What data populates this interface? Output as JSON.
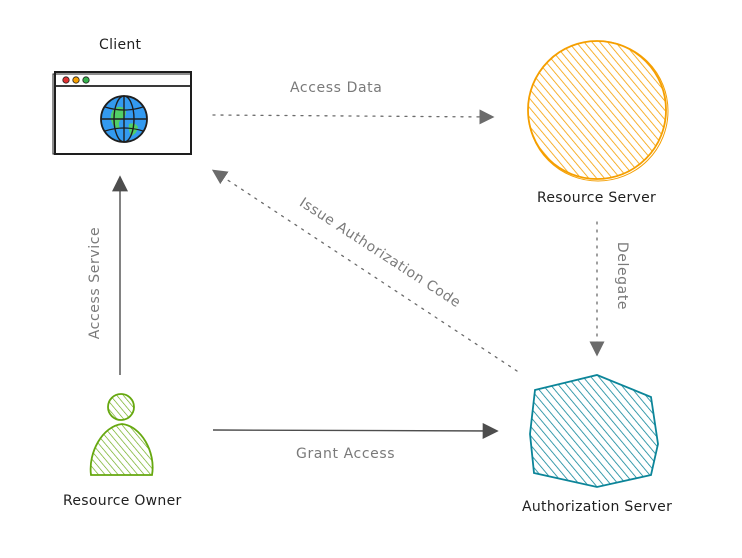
{
  "nodes": {
    "client": {
      "label": "Client",
      "color": "#1e1e1e",
      "icon": "browser-globe-icon"
    },
    "resource_server": {
      "label": "Resource Server",
      "color": "#f59f00",
      "fill": "#ffc078",
      "icon": "circle-shape"
    },
    "resource_owner": {
      "label": "Resource Owner",
      "color": "#66a80f",
      "fill": "#b2f2bb",
      "icon": "person-icon"
    },
    "authorization_server": {
      "label": "Authorization Server",
      "color": "#0c8599",
      "fill": "#99e9f2",
      "icon": "hexagon-shape"
    }
  },
  "edges": {
    "access_data": {
      "label": "Access Data",
      "from": "Client",
      "to": "Resource Server",
      "style": "dotted"
    },
    "delegate": {
      "label": "Delegate",
      "from": "Resource Server",
      "to": "Authorization Server",
      "style": "dotted"
    },
    "issue_code": {
      "label": "Issue Authorization Code",
      "from": "Authorization Server",
      "to": "Client",
      "style": "dotted"
    },
    "access_service": {
      "label": "Access Service",
      "from": "Resource Owner",
      "to": "Client",
      "style": "solid"
    },
    "grant_access": {
      "label": "Grant Access",
      "from": "Resource Owner",
      "to": "Authorization Server",
      "style": "solid"
    }
  }
}
